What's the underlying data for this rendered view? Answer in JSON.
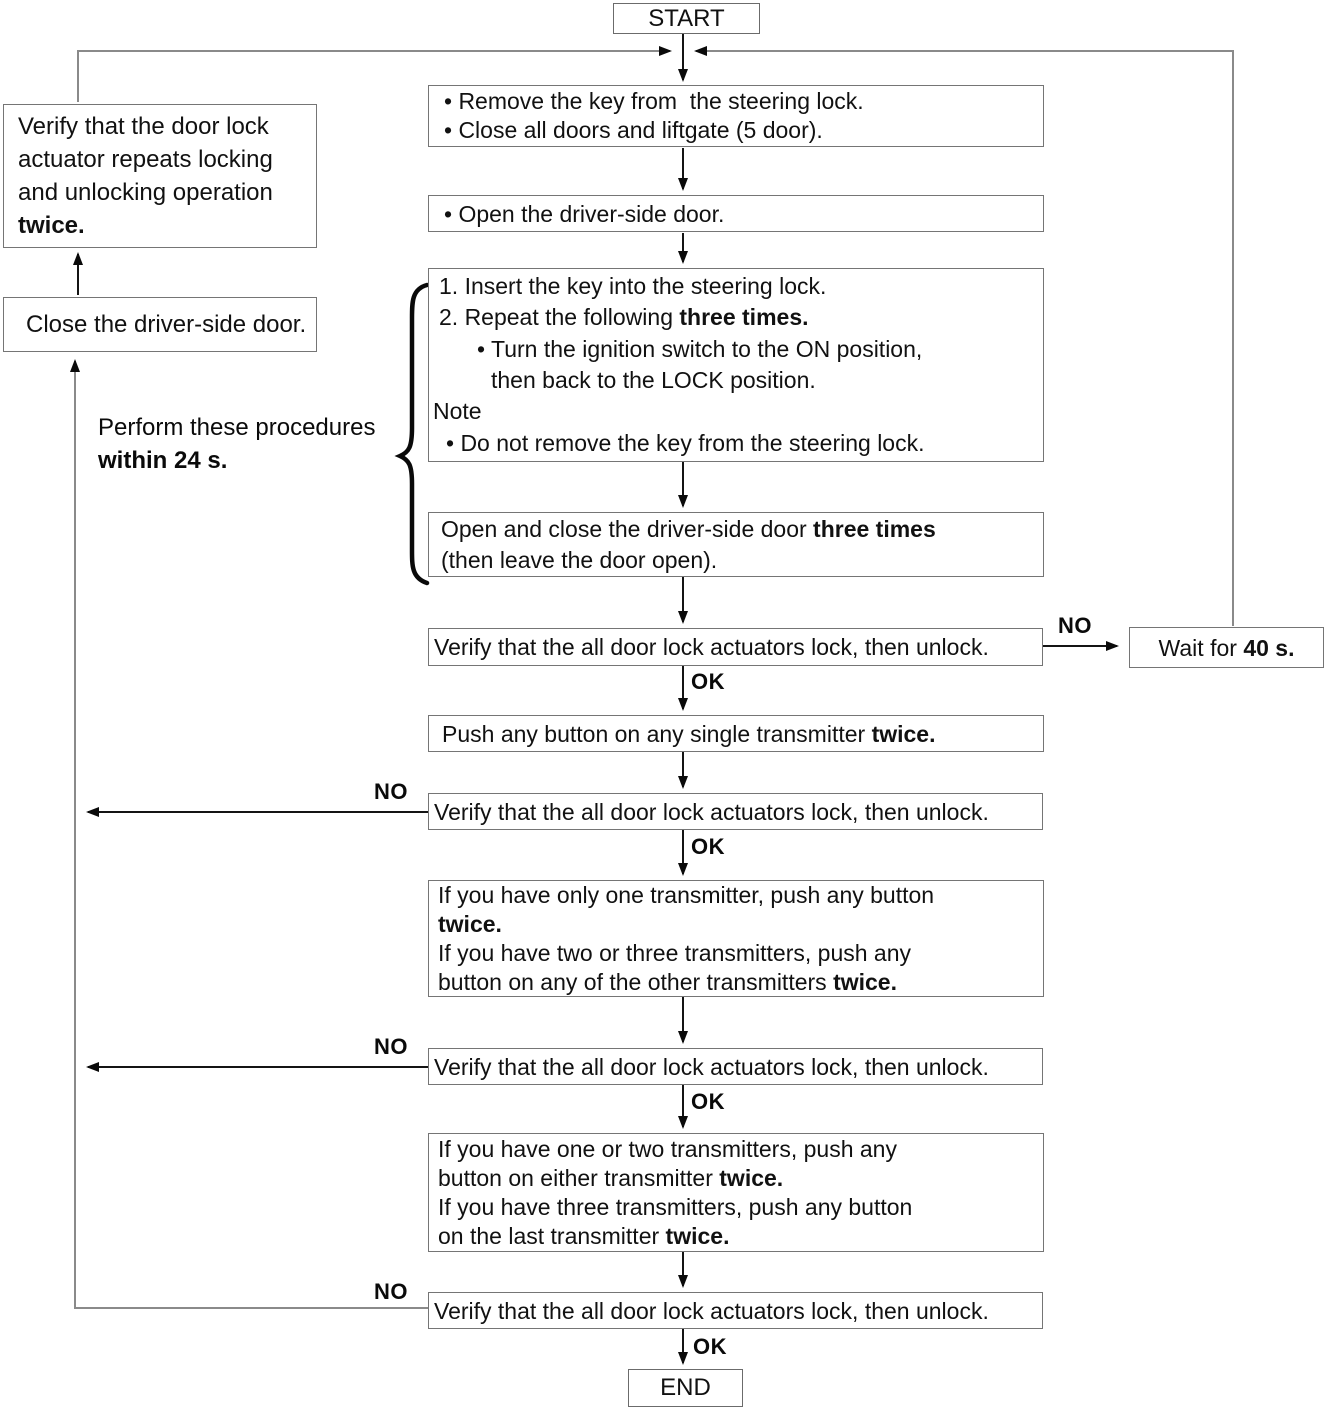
{
  "labels": {
    "no": "NO",
    "ok": "OK"
  },
  "annotations": {
    "perform_note": {
      "lines": [
        [
          "Perform these procedures"
        ],
        [
          {
            "b": "within 24 s."
          }
        ]
      ]
    }
  },
  "boxes": {
    "start": {
      "lines": [
        [
          "START"
        ]
      ]
    },
    "end": {
      "lines": [
        [
          "END"
        ]
      ]
    },
    "verify_actuator_repeats": {
      "lines": [
        [
          "Verify that the door lock"
        ],
        [
          "actuator repeats locking"
        ],
        [
          "and unlocking operation"
        ],
        [
          {
            "b": "twice."
          }
        ]
      ]
    },
    "close_driver_door": {
      "lines": [
        [
          "Close the driver-side door."
        ]
      ]
    },
    "remove_key": {
      "lines": [
        [
          "• Remove the key from  the steering lock."
        ],
        [
          "• Close all doors and liftgate (5 door)."
        ]
      ]
    },
    "open_driver_door": {
      "lines": [
        [
          "• Open the driver-side door."
        ]
      ]
    },
    "insert_key": {
      "lines": [
        [
          {
            "i": 6
          },
          "1. Insert the key into the steering lock."
        ],
        [
          {
            "i": 6
          },
          "2. Repeat the following ",
          {
            "b": "three times."
          }
        ],
        [
          {
            "i": 44
          },
          "• Turn the ignition switch to the ON position,"
        ],
        [
          {
            "i": 58
          },
          "then back to the LOCK position."
        ],
        [
          "Note"
        ],
        [
          {
            "i": 13
          },
          "• Do not remove the key from the steering lock."
        ]
      ]
    },
    "open_close_three_times": {
      "lines": [
        [
          "Open and close the driver-side door ",
          {
            "b": "three times"
          }
        ],
        [
          "(then leave the door open)."
        ]
      ]
    },
    "verify_1": {
      "lines": [
        [
          "Verify that the all door lock actuators lock, then unlock."
        ]
      ]
    },
    "wait_40": {
      "lines": [
        [
          "Wait for ",
          {
            "b": "40 s."
          }
        ]
      ]
    },
    "push_any_button": {
      "lines": [
        [
          "Push any button on any single transmitter ",
          {
            "b": "twice."
          }
        ]
      ]
    },
    "verify_2": {
      "lines": [
        [
          "Verify that the all door lock actuators lock, then unlock."
        ]
      ]
    },
    "one_transmitter": {
      "lines": [
        [
          "If you have only one transmitter, push any button"
        ],
        [
          {
            "b": "twice."
          }
        ],
        [
          "If you have two or three transmitters, push any"
        ],
        [
          "button on any of the other transmitters ",
          {
            "b": "twice."
          }
        ]
      ]
    },
    "verify_3": {
      "lines": [
        [
          "Verify that the all door lock actuators lock, then unlock."
        ]
      ]
    },
    "one_or_two_transmitters": {
      "lines": [
        [
          "If you have one or two transmitters, push any"
        ],
        [
          "button on either transmitter ",
          {
            "b": "twice."
          }
        ],
        [
          "If you have three transmitters, push any button"
        ],
        [
          "on the last transmitter ",
          {
            "b": "twice."
          }
        ]
      ]
    },
    "verify_4": {
      "lines": [
        [
          "Verify that the all door lock actuators lock, then unlock."
        ]
      ]
    }
  }
}
